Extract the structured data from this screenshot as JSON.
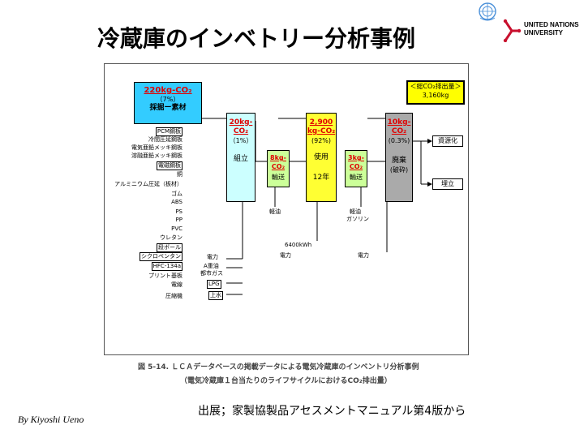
{
  "slide": {
    "title": "冷蔵庫のインベトリー分析事例",
    "author": "By Kiyoshi Ueno",
    "source": "出展；家製協製品アセスメントマニュアル第4版から"
  },
  "branding": {
    "unu_line1": "UNITED NATIONS",
    "unu_line2": "UNIVERSITY",
    "un_color": "#4a90d9",
    "unu_color": "#c8102e"
  },
  "diagram": {
    "total": {
      "label": "＜総CO₂排出量＞",
      "value": "3,160kg"
    },
    "materials": {
      "value": "220kg-CO₂",
      "percent": "（7%）",
      "label": "採掘ー素材"
    },
    "assembly": {
      "value": "20kg-CO₂",
      "percent": "（1%）",
      "label": "組立"
    },
    "transport1": {
      "value": "8kg-CO₂",
      "label": "輸送"
    },
    "use": {
      "value": "2,900 kg-CO₂",
      "percent": "(92%)",
      "label": "使用",
      "period": "12年"
    },
    "transport2": {
      "value": "3kg-CO₂",
      "label": "輸送"
    },
    "disposal": {
      "value": "10kg-CO₂",
      "percent": "(0.3%)",
      "label": "廃棄",
      "sub": "(破砕)"
    },
    "recycle": "資源化",
    "landfill": "埋立",
    "material_list": [
      "PCM鋼板",
      "冷間圧延鋼板",
      "電気亜鉛メッキ鋼板",
      "溶融亜鉛メッキ鋼板",
      "電磁鋼板",
      "銅",
      "アルミニウム圧延（板材）",
      "ゴム",
      "ABS",
      "PS",
      "PP",
      "PVC",
      "ウレタン",
      "段ボール",
      "シクロペンタン",
      "HFC-134a",
      "プリント基板",
      "電線",
      "圧縮機"
    ],
    "energy_inputs": [
      "電力",
      "A重油",
      "都市ガス",
      "LPG",
      "上水"
    ],
    "fuel_light_oil": "軽油",
    "fuel_light_oil2": "軽油",
    "fuel_gasoline": "ガソリン",
    "electricity_use": "6400kWh",
    "electricity_label": "電力",
    "electricity_label2": "電力",
    "caption_line1": "図 5-14.  ＬＣＡデータベースの掲載データによる電気冷蔵庫のインベントリ分析事例",
    "caption_line2": "（電気冷蔵庫１台当たりのライフサイクルにおけるCO₂排出量）"
  },
  "colors": {
    "materials_fill": "#33ccff",
    "assembly_fill": "#ccffff",
    "transport_fill": "#ccff99",
    "use_fill": "#ffff33",
    "disposal_fill": "#aaaaaa",
    "total_fill": "#ffff00",
    "red_text": "#e00000"
  }
}
